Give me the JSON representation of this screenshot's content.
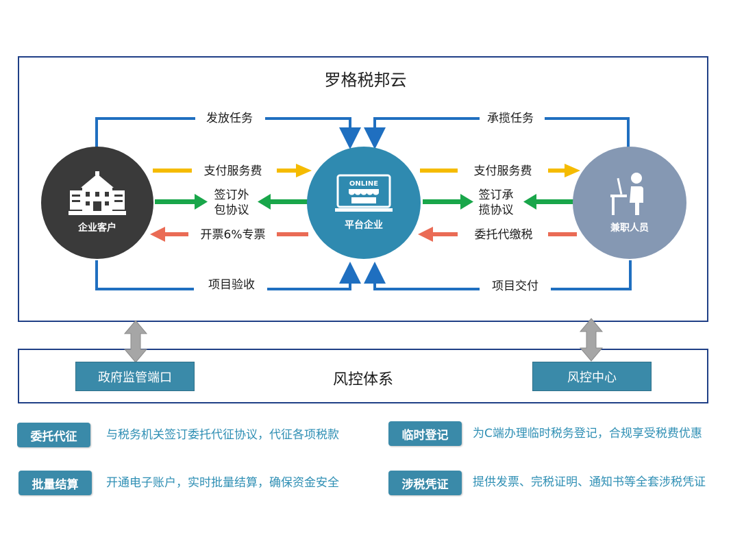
{
  "title": "罗格税邦云",
  "nodes": {
    "enterprise": "企业客户",
    "platform": "平台企业",
    "parttime": "兼职人员",
    "online_sign": "ONLINE"
  },
  "flows": {
    "issue_task": "发放任务",
    "pay_fee_left": "支付服务费",
    "sign_outsource_l1": "签订外",
    "sign_outsource_l2": "包协议",
    "invoice": "开票6%专票",
    "project_accept": "项目验收",
    "undertake_task": "承揽任务",
    "pay_fee_right": "支付服务费",
    "sign_undertake_l1": "签订承",
    "sign_undertake_l2": "揽协议",
    "entrust_tax": "委托代缴税",
    "project_deliver": "项目交付"
  },
  "risk": {
    "gov_port": "政府监管端口",
    "system": "风控体系",
    "center": "风控中心"
  },
  "features": [
    {
      "tag": "委托代征",
      "desc": "与税务机关签订委托代征协议，代征各项税款"
    },
    {
      "tag": "临时登记",
      "desc": "为C端办理临时税务登记，合规享受税费优惠"
    },
    {
      "tag": "批量结算",
      "desc": "开通电子账户，实时批量结算，确保资金安全"
    },
    {
      "tag": "涉税凭证",
      "desc": "提供发票、完税证明、通知书等全套涉税凭证"
    }
  ],
  "colors": {
    "frame": "#1f3f86",
    "flow_blue": "#1f6fc0",
    "pay_yellow": "#f5bb00",
    "sign_green": "#19a64a",
    "tax_red": "#ea6b55",
    "enterprise": "#3a3a3a",
    "platform": "#2f8ab0",
    "parttime": "#8598b3",
    "button": "#3a8aa9"
  }
}
